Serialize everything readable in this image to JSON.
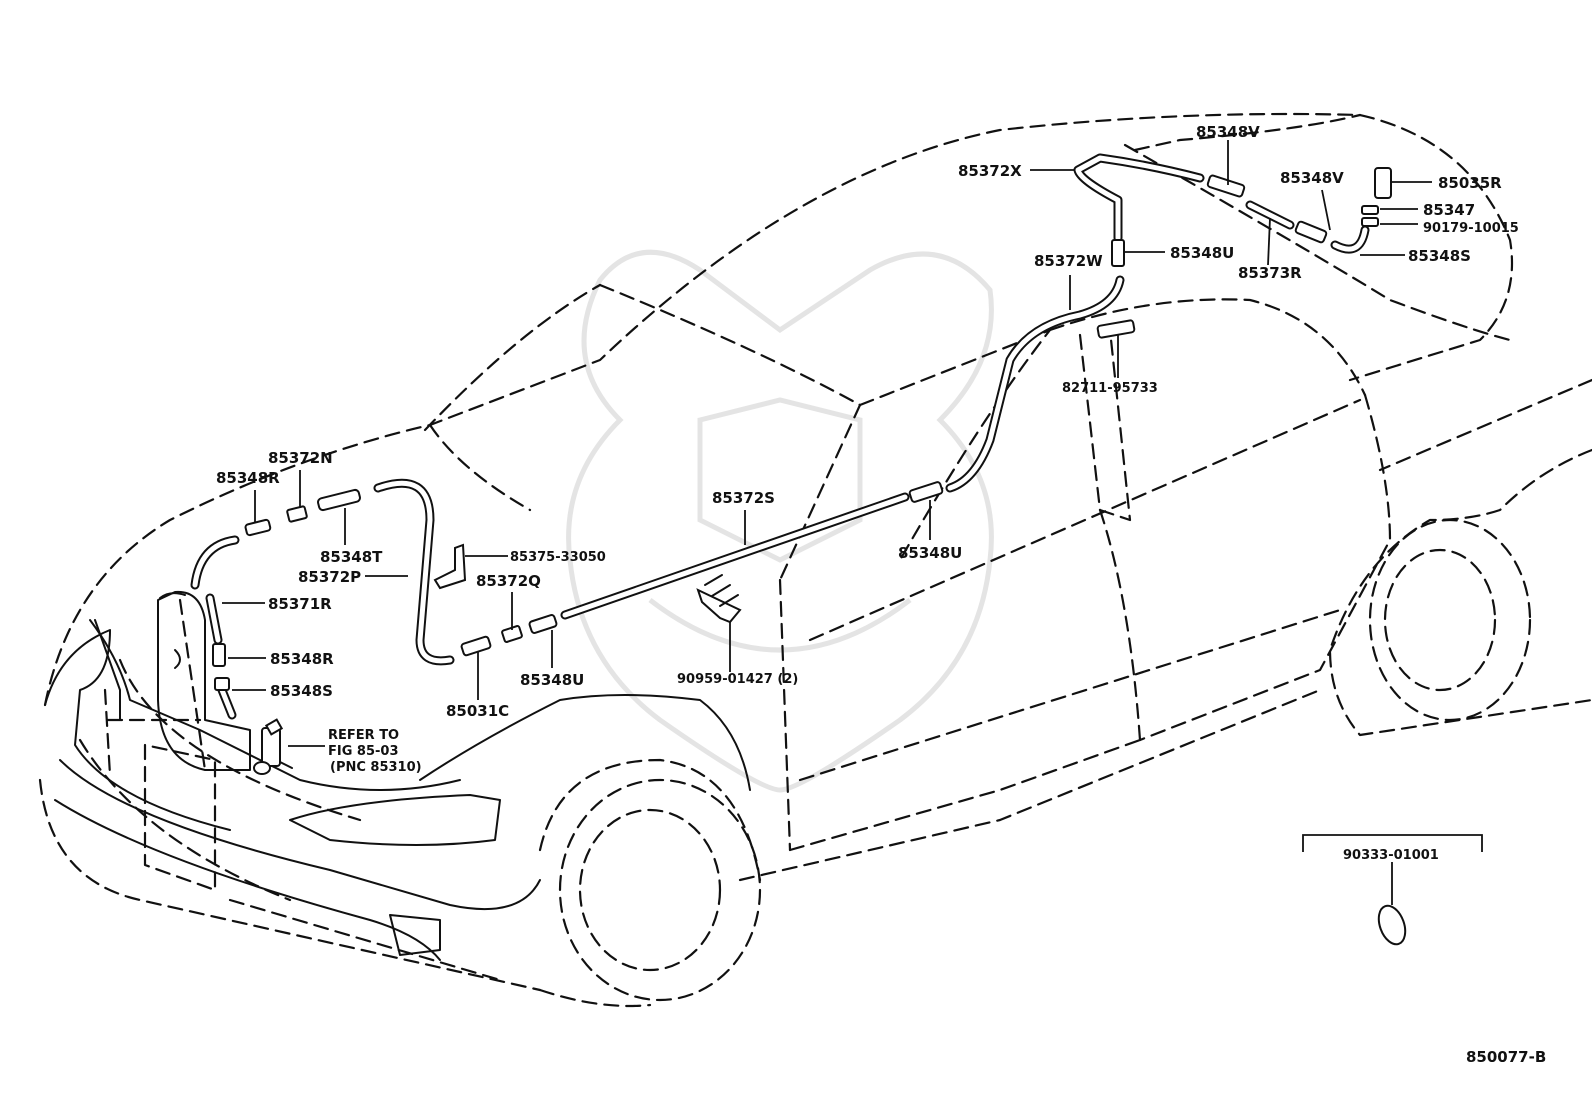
{
  "diagram_code": "850077-B",
  "labels": {
    "p85348V_top": "85348V",
    "p85372X": "85372X",
    "p85348V_mid": "85348V",
    "p85035R": "85035R",
    "p85347": "85347",
    "p90179": "90179-10015",
    "p85348S_right": "85348S",
    "p85373R": "85373R",
    "p85348U_top": "85348U",
    "p85372W": "85372W",
    "p82711": "82711-95733",
    "p85372N": "85372N",
    "p85348R_top": "85348R",
    "p85348T": "85348T",
    "p85375": "85375-33050",
    "p85372P": "85372P",
    "p85372Q": "85372Q",
    "p85372S": "85372S",
    "p85348U_mid": "85348U",
    "p85371R": "85371R",
    "p85348R_low": "85348R",
    "p85348S_low": "85348S",
    "p85348U_low": "85348U",
    "p85031C": "85031C",
    "p90959": "90959-01427 (2)",
    "p90333": "90333-01001"
  },
  "refer_note": {
    "line1": "REFER TO",
    "line2": "FIG 85-03",
    "line3": "(PNC 85310)"
  }
}
